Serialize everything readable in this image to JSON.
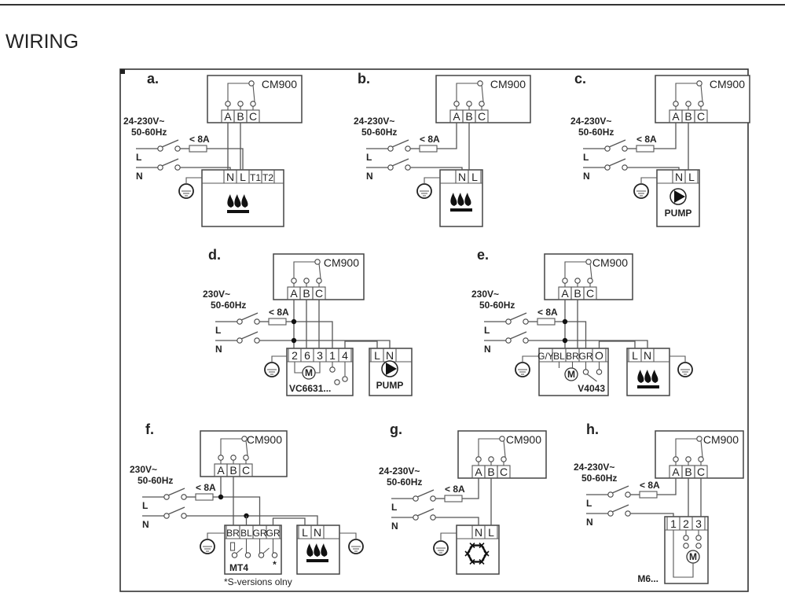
{
  "page": {
    "title": "WIRING"
  },
  "common": {
    "controller": "CM900",
    "controller_terminals": [
      "A",
      "B",
      "C"
    ],
    "fuse": "< 8A",
    "line": "L",
    "neutral": "N"
  },
  "panels": [
    {
      "id": "a",
      "label": "a.",
      "supply": [
        "24-230V~",
        "50-60Hz"
      ],
      "device_terminals": [
        "N",
        "L",
        "T1",
        "T2"
      ],
      "device": "boiler-flame"
    },
    {
      "id": "b",
      "label": "b.",
      "supply": [
        "24-230V~",
        "50-60Hz"
      ],
      "device_terminals": [
        "N",
        "L"
      ],
      "device": "boiler-flame"
    },
    {
      "id": "c",
      "label": "c.",
      "supply": [
        "24-230V~",
        "50-60Hz"
      ],
      "device_terminals": [
        "N",
        "L"
      ],
      "device": "pump",
      "device_label": "PUMP"
    },
    {
      "id": "d",
      "label": "d.",
      "supply": [
        "230V~",
        "50-60Hz"
      ],
      "device_terminals": [
        "2",
        "6",
        "3",
        "1",
        "4"
      ],
      "device_label": "VC6631...",
      "pump_terminals": [
        "L",
        "N"
      ],
      "pump_label": "PUMP"
    },
    {
      "id": "e",
      "label": "e.",
      "supply": [
        "230V~",
        "50-60Hz"
      ],
      "device_terminals": [
        "G/Y",
        "BL",
        "BR",
        "GR",
        "O"
      ],
      "device_label": "V4043",
      "boiler_terminals": [
        "L",
        "N"
      ]
    },
    {
      "id": "f",
      "label": "f.",
      "supply": [
        "230V~",
        "50-60Hz"
      ],
      "device_terminals": [
        "BR",
        "BL",
        "GR",
        "GR"
      ],
      "device_label": "MT4",
      "boiler_terminals": [
        "L",
        "N"
      ],
      "footnote_mark": "*",
      "footnote": "*S-versions olny"
    },
    {
      "id": "g",
      "label": "g.",
      "supply": [
        "24-230V~",
        "50-60Hz"
      ],
      "device_terminals": [
        "N",
        "L"
      ],
      "device": "cooling-snowflake"
    },
    {
      "id": "h",
      "label": "h.",
      "supply": [
        "24-230V~",
        "50-60Hz"
      ],
      "device_terminals": [
        "1",
        "2",
        "3"
      ],
      "device_label": "M6..."
    }
  ],
  "motor_symbol": "M"
}
